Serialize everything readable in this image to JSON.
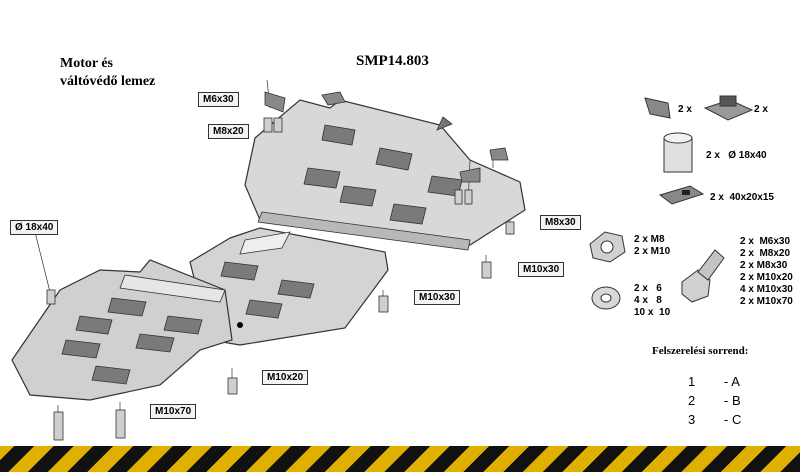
{
  "title_line1": "Motor és",
  "title_line2": "váltóvédő lemez",
  "product_code": "SMP14.803",
  "bolt_labels": {
    "m6x30": "M6x30",
    "m8x20": "M8x20",
    "o18x40": "Ø 18x40",
    "m8x30": "M8x30",
    "m10x30_a": "M10x30",
    "m10x30_b": "M10x30",
    "m10x20": "M10x20",
    "m10x70": "M10x70"
  },
  "parts_list": {
    "bracket_qty": "2 x",
    "nut_qty": "2 x",
    "spacer": "2 x   Ø 18x40",
    "plate": "2 x  40x20x15",
    "nuts": "2 x M8\n2 x M10",
    "washers": "2 x   6\n4 x   8\n10 x  10",
    "bolts": "2 x  M6x30\n2 x  M8x20\n2 x M8x30\n2 x M10x20\n4 x M10x30\n2 x M10x70"
  },
  "install_order": {
    "title": "Felszerelési sorrend:",
    "rows": [
      {
        "num": "1",
        "letter": "- A"
      },
      {
        "num": "2",
        "letter": "- B"
      },
      {
        "num": "3",
        "letter": "- C"
      }
    ]
  }
}
